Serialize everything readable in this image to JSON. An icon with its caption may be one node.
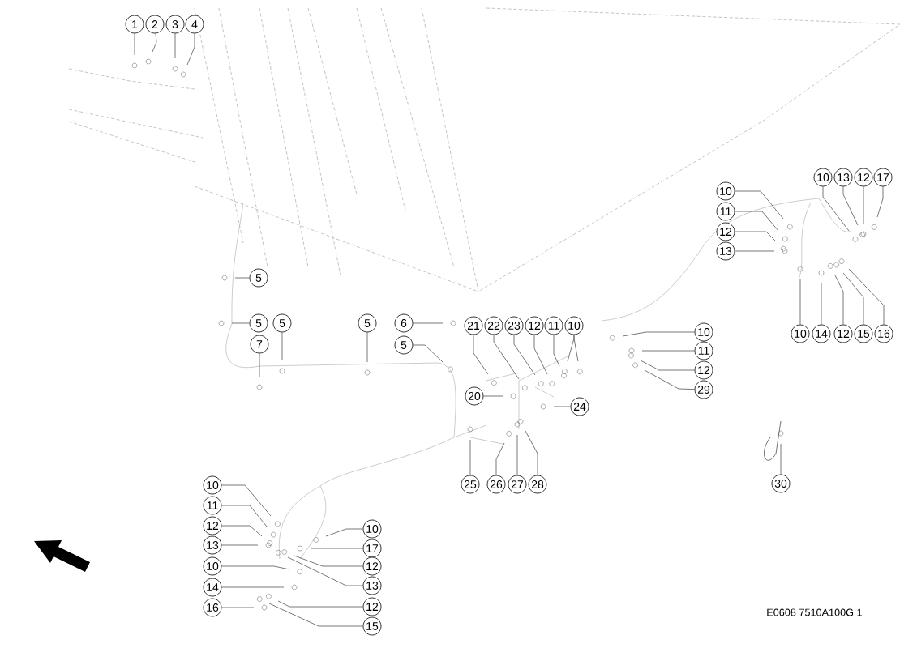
{
  "diagram": {
    "nodes": [
      {
        "text": [
          "1"
        ]
      },
      {
        "text": [
          "2"
        ]
      },
      {
        "text": [
          "3"
        ]
      },
      {
        "text": [
          "4"
        ]
      },
      {
        "text": [
          "10"
        ]
      },
      {
        "text": [
          "13"
        ]
      },
      {
        "text": [
          "12"
        ]
      },
      {
        "text": [
          "17"
        ]
      },
      {
        "text": [
          "10"
        ]
      },
      {
        "text": [
          "11"
        ]
      },
      {
        "text": [
          "12"
        ]
      },
      {
        "text": [
          "13"
        ]
      },
      {
        "text": [
          "5"
        ]
      },
      {
        "text": [
          "5"
        ]
      },
      {
        "text": [
          "5"
        ]
      },
      {
        "text": [
          "5"
        ]
      },
      {
        "text": [
          "6"
        ]
      },
      {
        "text": [
          "21"
        ]
      },
      {
        "text": [
          "22"
        ]
      },
      {
        "text": [
          "23"
        ]
      },
      {
        "text": [
          "12"
        ]
      },
      {
        "text": [
          "11"
        ]
      },
      {
        "text": [
          "10"
        ]
      },
      {
        "text": [
          "10"
        ]
      },
      {
        "text": [
          "10"
        ]
      },
      {
        "text": [
          "14"
        ]
      },
      {
        "text": [
          "12"
        ]
      },
      {
        "text": [
          "15"
        ]
      },
      {
        "text": [
          "16"
        ]
      },
      {
        "text": [
          "7"
        ]
      },
      {
        "text": [
          "5"
        ]
      },
      {
        "text": [
          "11"
        ]
      },
      {
        "text": [
          "12"
        ]
      },
      {
        "text": [
          "29"
        ]
      },
      {
        "text": [
          "20"
        ]
      },
      {
        "text": [
          "24"
        ]
      },
      {
        "text": [
          "25"
        ]
      },
      {
        "text": [
          "26"
        ]
      },
      {
        "text": [
          "27"
        ]
      },
      {
        "text": [
          "28"
        ]
      },
      {
        "text": [
          "30"
        ]
      },
      {
        "text": [
          "10"
        ]
      },
      {
        "text": [
          "11"
        ]
      },
      {
        "text": [
          "12"
        ]
      },
      {
        "text": [
          "10"
        ]
      },
      {
        "text": [
          "13"
        ]
      },
      {
        "text": [
          "17"
        ]
      },
      {
        "text": [
          "10"
        ]
      },
      {
        "text": [
          "12"
        ]
      },
      {
        "text": [
          "14"
        ]
      },
      {
        "text": [
          "13"
        ]
      },
      {
        "text": [
          "16"
        ]
      },
      {
        "text": [
          "12"
        ]
      },
      {
        "text": [
          "15"
        ]
      }
    ],
    "edges": [
      {
        "from": 0,
        "to": null,
        "arrow": "none"
      },
      {
        "from": 1,
        "to": null,
        "arrow": "none"
      },
      {
        "from": 2,
        "to": null,
        "arrow": "none"
      },
      {
        "from": 3,
        "to": null,
        "arrow": "none"
      },
      {
        "from": 4,
        "to": null,
        "arrow": "none"
      },
      {
        "from": 5,
        "to": null,
        "arrow": "none"
      },
      {
        "from": 6,
        "to": null,
        "arrow": "none"
      },
      {
        "from": 7,
        "to": null,
        "arrow": "none"
      },
      {
        "from": 8,
        "to": null,
        "arrow": "none"
      },
      {
        "from": 9,
        "to": null,
        "arrow": "none"
      },
      {
        "from": 10,
        "to": null,
        "arrow": "none"
      },
      {
        "from": 11,
        "to": null,
        "arrow": "none"
      },
      {
        "from": 12,
        "to": null,
        "arrow": "none"
      },
      {
        "from": 13,
        "to": null,
        "arrow": "none"
      },
      {
        "from": 14,
        "to": null,
        "arrow": "none"
      },
      {
        "from": 15,
        "to": null,
        "arrow": "none"
      },
      {
        "from": 16,
        "to": null,
        "arrow": "none"
      },
      {
        "from": 17,
        "to": null,
        "arrow": "none"
      },
      {
        "from": 18,
        "to": null,
        "arrow": "none"
      },
      {
        "from": 19,
        "to": null,
        "arrow": "none"
      },
      {
        "from": 20,
        "to": null,
        "arrow": "none"
      },
      {
        "from": 21,
        "to": null,
        "arrow": "none"
      },
      {
        "from": 22,
        "to": null,
        "arrow": "none"
      },
      {
        "from": 22,
        "to": null,
        "arrow": "none"
      },
      {
        "from": 23,
        "to": null,
        "arrow": "none"
      },
      {
        "from": 24,
        "to": null,
        "arrow": "none"
      },
      {
        "from": 25,
        "to": null,
        "arrow": "none"
      },
      {
        "from": 26,
        "to": null,
        "arrow": "none"
      },
      {
        "from": 27,
        "to": null,
        "arrow": "none"
      },
      {
        "from": 28,
        "to": null,
        "arrow": "none"
      },
      {
        "from": 29,
        "to": null,
        "arrow": "none"
      },
      {
        "from": 30,
        "to": null,
        "arrow": "none"
      },
      {
        "from": 31,
        "to": null,
        "arrow": "none"
      },
      {
        "from": 32,
        "to": null,
        "arrow": "none"
      },
      {
        "from": 33,
        "to": null,
        "arrow": "none"
      },
      {
        "from": 34,
        "to": null,
        "arrow": "none"
      },
      {
        "from": 35,
        "to": null,
        "arrow": "none"
      },
      {
        "from": 36,
        "to": null,
        "arrow": "none"
      },
      {
        "from": 37,
        "to": null,
        "arrow": "none"
      },
      {
        "from": 38,
        "to": null,
        "arrow": "none"
      },
      {
        "from": 39,
        "to": null,
        "arrow": "none"
      },
      {
        "from": 40,
        "to": null,
        "arrow": "none"
      },
      {
        "from": 41,
        "to": null,
        "arrow": "none"
      },
      {
        "from": 42,
        "to": null,
        "arrow": "none"
      },
      {
        "from": 43,
        "to": null,
        "arrow": "none"
      },
      {
        "from": 44,
        "to": null,
        "arrow": "none"
      },
      {
        "from": 45,
        "to": null,
        "arrow": "none"
      },
      {
        "from": 46,
        "to": null,
        "arrow": "none"
      },
      {
        "from": 47,
        "to": null,
        "arrow": "none"
      },
      {
        "from": 48,
        "to": null,
        "arrow": "none"
      },
      {
        "from": 49,
        "to": null,
        "arrow": "none"
      },
      {
        "from": 50,
        "to": null,
        "arrow": "none"
      },
      {
        "from": 51,
        "to": null,
        "arrow": "none"
      },
      {
        "from": 52,
        "to": null,
        "arrow": "none"
      },
      {
        "from": 53,
        "to": null,
        "arrow": "none"
      }
    ],
    "labels": [
      "E0608 7510A100G 1"
    ]
  }
}
